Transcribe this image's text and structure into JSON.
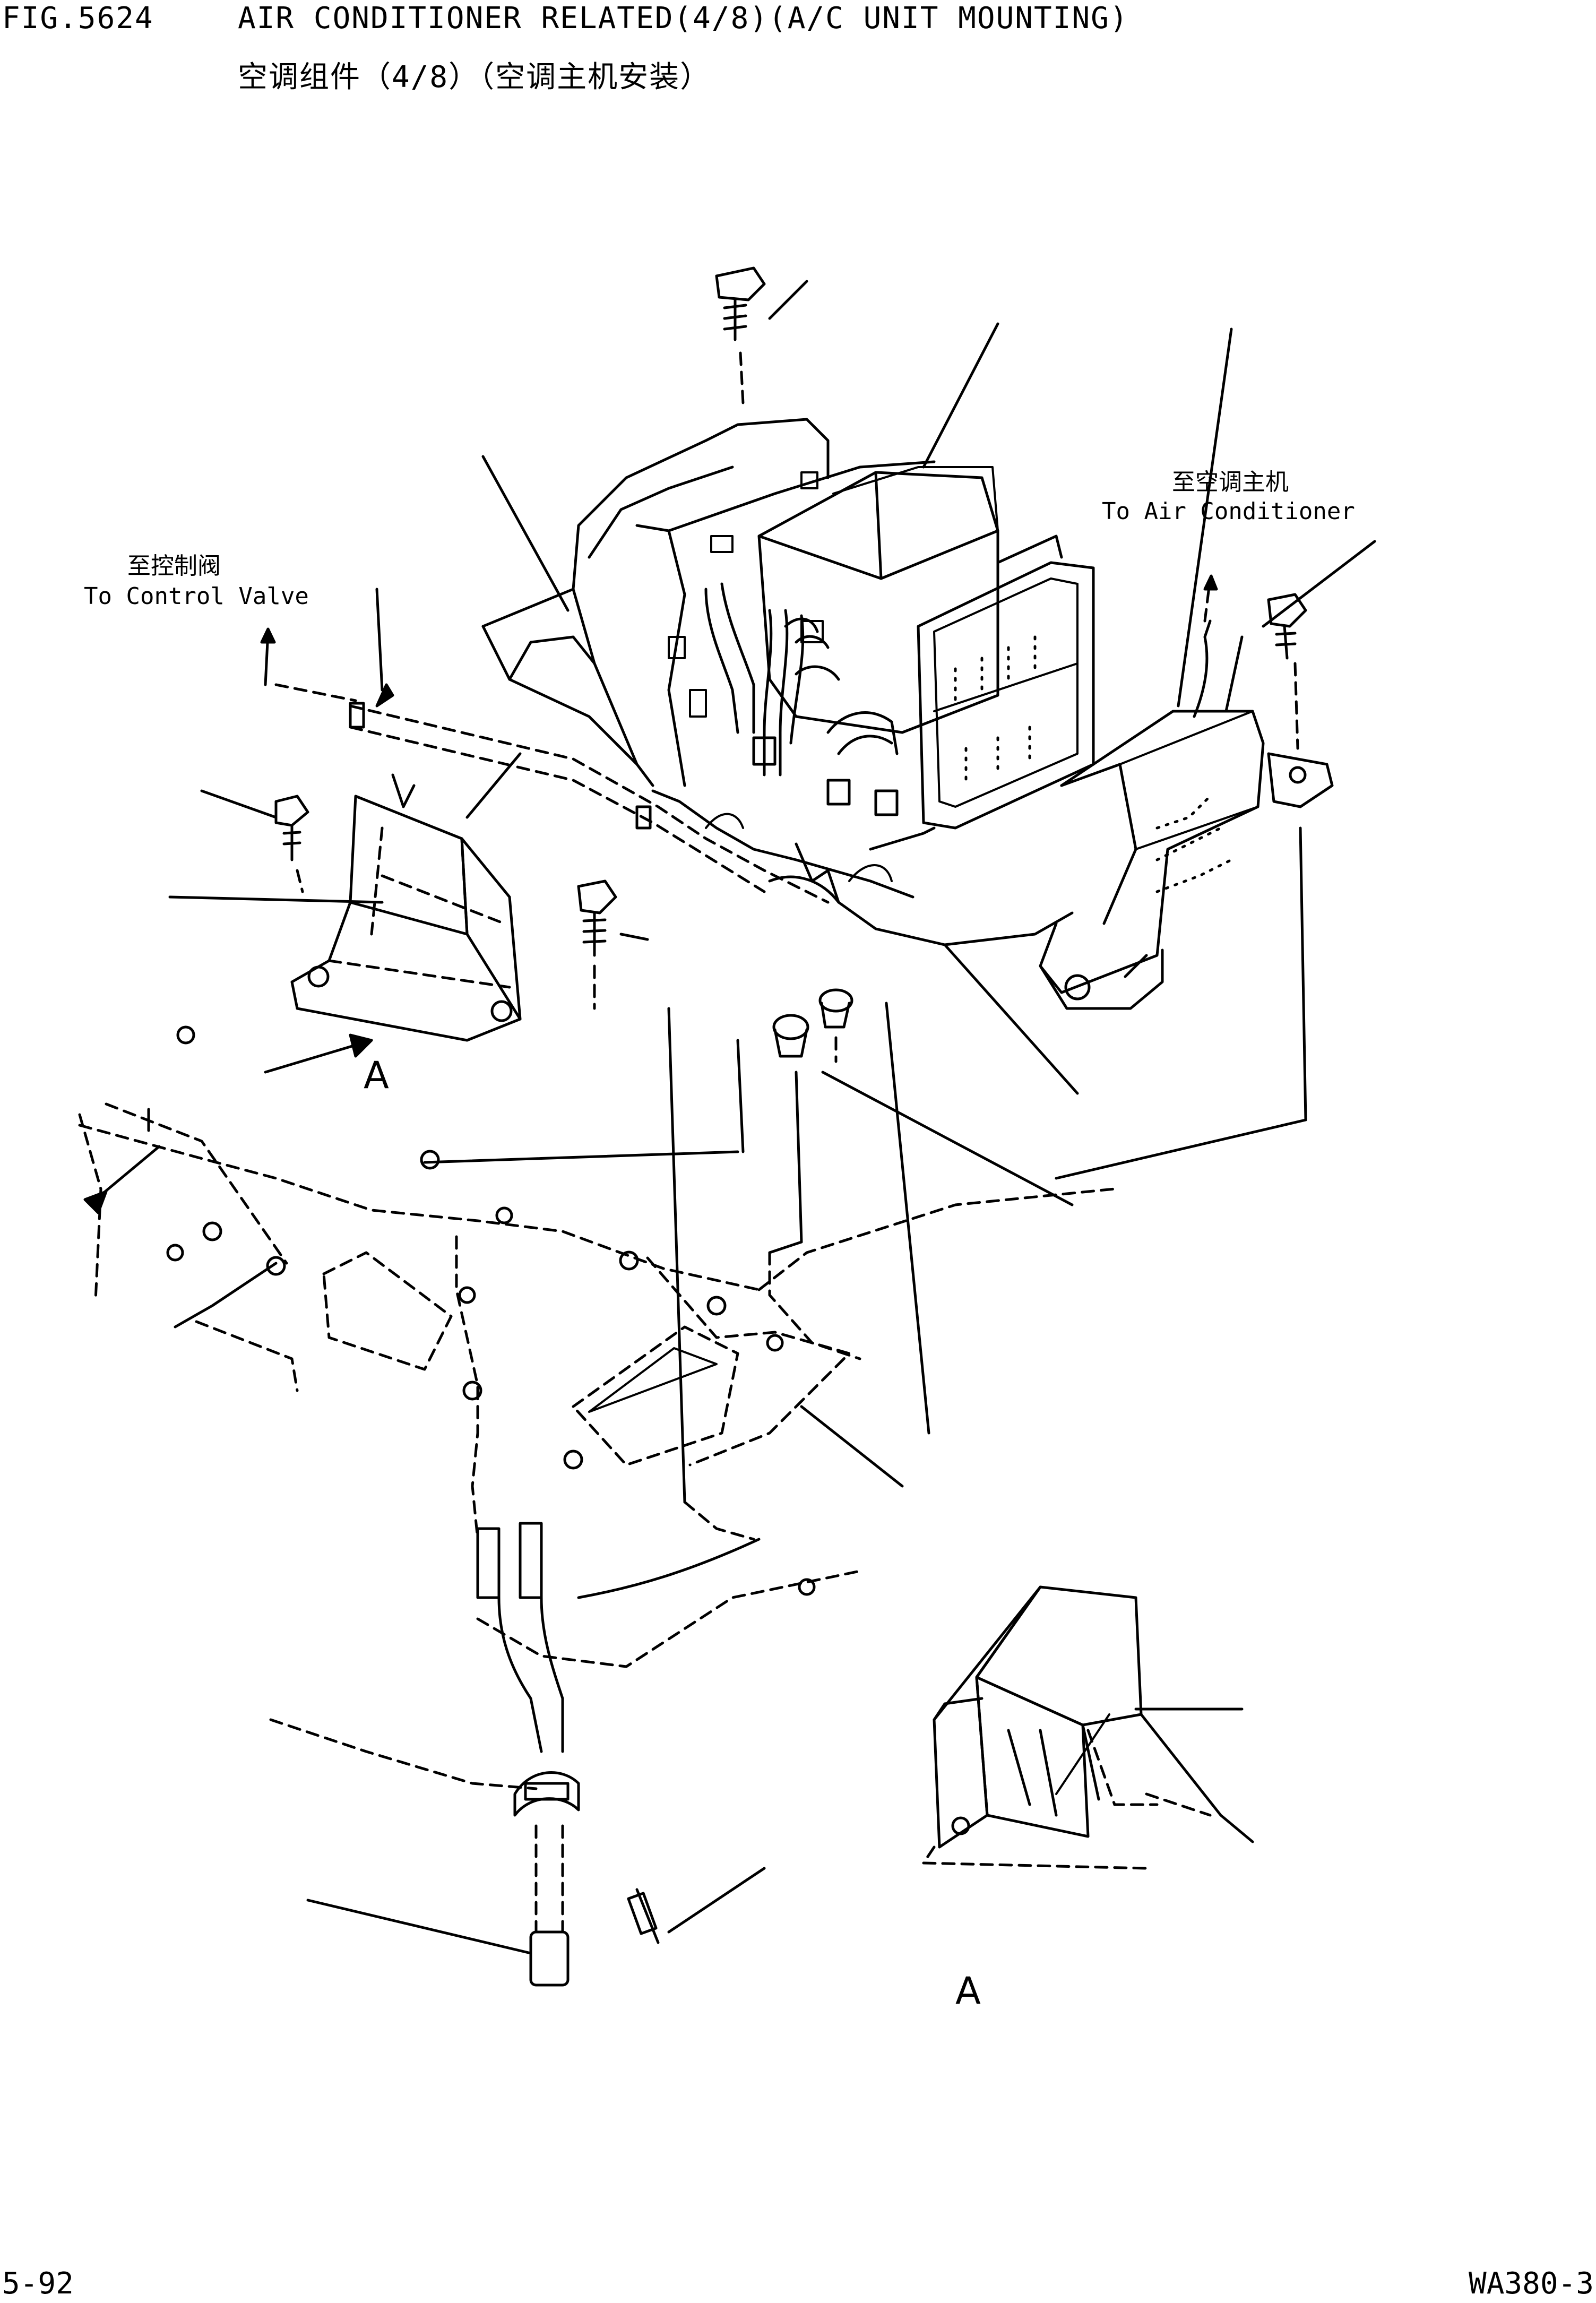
{
  "header": {
    "fig_no": "FIG.5624",
    "title_en": "AIR CONDITIONER RELATED(4/8)(A/C UNIT MOUNTING)",
    "title_cn": "空调组件（4/8）（空调主机安装）"
  },
  "labels": {
    "to_control_valve_cn": "至控制阀",
    "to_control_valve_en": "To Control Valve",
    "to_air_conditioner_cn": "至空调主机",
    "to_air_conditioner_en": "To Air Conditioner",
    "view_arrow_a": "A",
    "detail_view_a": "A"
  },
  "footer": {
    "page_no": "5-92",
    "model": "WA380-3"
  }
}
